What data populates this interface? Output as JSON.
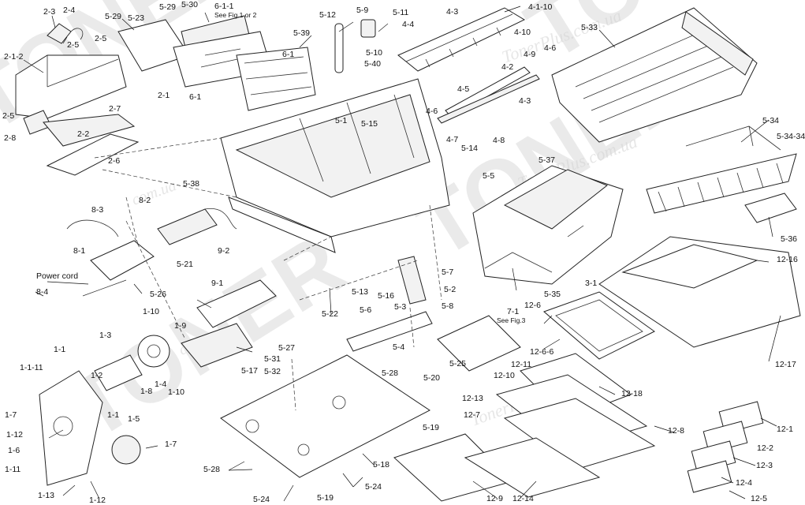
{
  "watermark": {
    "brand": "TONER",
    "site": "TonerPlus.com.ua",
    "site_short": "com.ua"
  },
  "labels": [
    {
      "id": "l1",
      "text": "2-1-2"
    },
    {
      "id": "l2",
      "text": "2-3"
    },
    {
      "id": "l3",
      "text": "2-4"
    },
    {
      "id": "l4",
      "text": "2-5"
    },
    {
      "id": "l5",
      "text": "2-5"
    },
    {
      "id": "l6",
      "text": "5-29"
    },
    {
      "id": "l7",
      "text": "5-23"
    },
    {
      "id": "l8",
      "text": "5-29"
    },
    {
      "id": "l9",
      "text": "5-30"
    },
    {
      "id": "l10",
      "text": "6-1-1"
    },
    {
      "id": "l11",
      "text": "See Fig.1 or 2"
    },
    {
      "id": "l12",
      "text": "5-39"
    },
    {
      "id": "l13",
      "text": "6-1"
    },
    {
      "id": "l14",
      "text": "6-1"
    },
    {
      "id": "l15",
      "text": "2-1"
    },
    {
      "id": "l16",
      "text": "2-7"
    },
    {
      "id": "l17",
      "text": "2-5"
    },
    {
      "id": "l18",
      "text": "2-8"
    },
    {
      "id": "l19",
      "text": "2-2"
    },
    {
      "id": "l20",
      "text": "2-6"
    },
    {
      "id": "l21",
      "text": "5-12"
    },
    {
      "id": "l22",
      "text": "5-9"
    },
    {
      "id": "l23",
      "text": "5-11"
    },
    {
      "id": "l24",
      "text": "4-4"
    },
    {
      "id": "l25",
      "text": "5-10"
    },
    {
      "id": "l26",
      "text": "5-40"
    },
    {
      "id": "l27",
      "text": "4-3"
    },
    {
      "id": "l28",
      "text": "4-1-10"
    },
    {
      "id": "l29",
      "text": "4-10"
    },
    {
      "id": "l30",
      "text": "4-9"
    },
    {
      "id": "l31",
      "text": "4-6"
    },
    {
      "id": "l32",
      "text": "4-2"
    },
    {
      "id": "l33",
      "text": "4-5"
    },
    {
      "id": "l34",
      "text": "4-3"
    },
    {
      "id": "l35",
      "text": "5-33"
    },
    {
      "id": "l36",
      "text": "5-1"
    },
    {
      "id": "l37",
      "text": "5-15"
    },
    {
      "id": "l38",
      "text": "4-6"
    },
    {
      "id": "l39",
      "text": "4-7"
    },
    {
      "id": "l40",
      "text": "4-8"
    },
    {
      "id": "l41",
      "text": "5-14"
    },
    {
      "id": "l42",
      "text": "5-5"
    },
    {
      "id": "l43",
      "text": "5-34"
    },
    {
      "id": "l44",
      "text": "5-34-34"
    },
    {
      "id": "l45",
      "text": "5-38"
    },
    {
      "id": "l46",
      "text": "5-37"
    },
    {
      "id": "l47",
      "text": "8-2"
    },
    {
      "id": "l48",
      "text": "8-3"
    },
    {
      "id": "l49",
      "text": "5-21"
    },
    {
      "id": "l50",
      "text": "8-1"
    },
    {
      "id": "l51",
      "text": "Power cord"
    },
    {
      "id": "l52",
      "text": "5-26"
    },
    {
      "id": "l53",
      "text": "8-4"
    },
    {
      "id": "l54",
      "text": "9-2"
    },
    {
      "id": "l55",
      "text": "5-13"
    },
    {
      "id": "l56",
      "text": "5-16"
    },
    {
      "id": "l57",
      "text": "5-7"
    },
    {
      "id": "l58",
      "text": "5-2"
    },
    {
      "id": "l59",
      "text": "5-3"
    },
    {
      "id": "l60",
      "text": "5-8"
    },
    {
      "id": "l61",
      "text": "5-6"
    },
    {
      "id": "l62",
      "text": "5-36"
    },
    {
      "id": "l63",
      "text": "12-16"
    },
    {
      "id": "l64",
      "text": "3-1"
    },
    {
      "id": "l65",
      "text": "5-35"
    },
    {
      "id": "l66",
      "text": "9-1"
    },
    {
      "id": "l67",
      "text": "5-22"
    },
    {
      "id": "l68",
      "text": "12-6"
    },
    {
      "id": "l69",
      "text": "7-1"
    },
    {
      "id": "l70",
      "text": "See Fig.3"
    },
    {
      "id": "l71",
      "text": "1-10"
    },
    {
      "id": "l72",
      "text": "1-9"
    },
    {
      "id": "l73",
      "text": "1-3"
    },
    {
      "id": "l74",
      "text": "5-4"
    },
    {
      "id": "l75",
      "text": "12-6-6"
    },
    {
      "id": "l76",
      "text": "12-17"
    },
    {
      "id": "l77",
      "text": "1-1"
    },
    {
      "id": "l78",
      "text": "1-1-11"
    },
    {
      "id": "l79",
      "text": "1-2"
    },
    {
      "id": "l80",
      "text": "1-4"
    },
    {
      "id": "l81",
      "text": "1-8"
    },
    {
      "id": "l82",
      "text": "1-10"
    },
    {
      "id": "l83",
      "text": "5-27"
    },
    {
      "id": "l84",
      "text": "5-17"
    },
    {
      "id": "l85",
      "text": "5-31"
    },
    {
      "id": "l86",
      "text": "5-32"
    },
    {
      "id": "l87",
      "text": "5-25"
    },
    {
      "id": "l88",
      "text": "12-11"
    },
    {
      "id": "l89",
      "text": "5-28"
    },
    {
      "id": "l90",
      "text": "5-20"
    },
    {
      "id": "l91",
      "text": "12-10"
    },
    {
      "id": "l92",
      "text": "12-18"
    },
    {
      "id": "l93",
      "text": "1-7"
    },
    {
      "id": "l94",
      "text": "1-1"
    },
    {
      "id": "l95",
      "text": "1-5"
    },
    {
      "id": "l96",
      "text": "12-13"
    },
    {
      "id": "l97",
      "text": "12-7"
    },
    {
      "id": "l98",
      "text": "12-8"
    },
    {
      "id": "l99",
      "text": "12-1"
    },
    {
      "id": "l100",
      "text": "1-12"
    },
    {
      "id": "l101",
      "text": "1-6"
    },
    {
      "id": "l102",
      "text": "5-19"
    },
    {
      "id": "l103",
      "text": "1-7"
    },
    {
      "id": "l104",
      "text": "12-2"
    },
    {
      "id": "l105",
      "text": "12-3"
    },
    {
      "id": "l106",
      "text": "1-11"
    },
    {
      "id": "l107",
      "text": "5-28"
    },
    {
      "id": "l108",
      "text": "5-18"
    },
    {
      "id": "l109",
      "text": "12-4"
    },
    {
      "id": "l110",
      "text": "5-24"
    },
    {
      "id": "l111",
      "text": "5-24"
    },
    {
      "id": "l112",
      "text": "5-19"
    },
    {
      "id": "l113",
      "text": "12-9"
    },
    {
      "id": "l114",
      "text": "12-14"
    },
    {
      "id": "l115",
      "text": "12-5"
    },
    {
      "id": "l116",
      "text": "1-13"
    },
    {
      "id": "l117",
      "text": "1-12"
    }
  ]
}
